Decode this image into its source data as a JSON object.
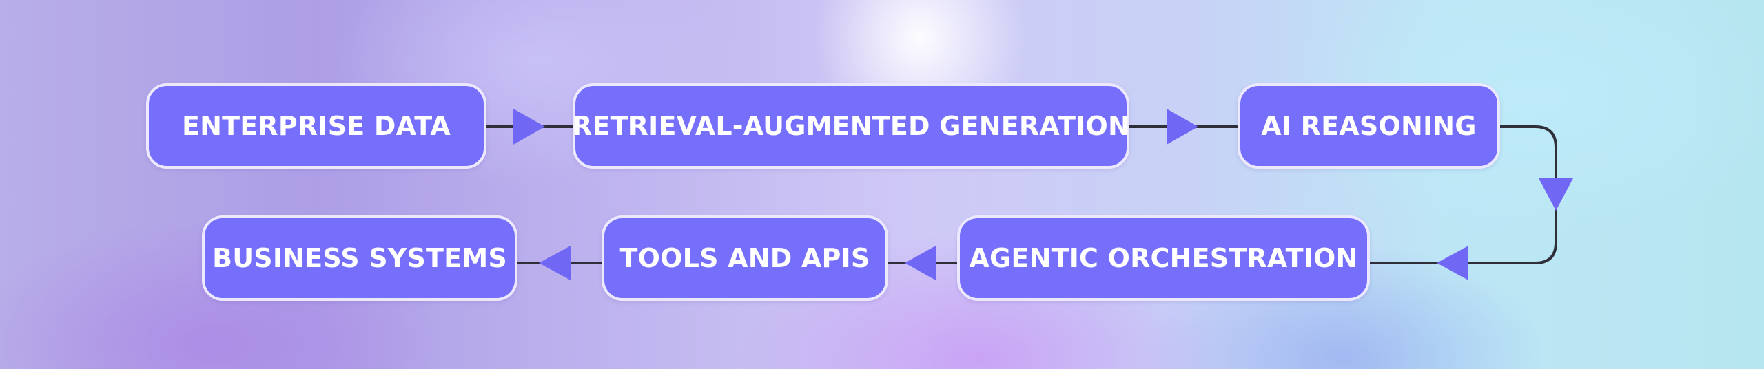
{
  "nodes": [
    {
      "id": "n1",
      "label": "ENTERPRISE DATA"
    },
    {
      "id": "n2",
      "label": "RETRIEVAL-AUGMENTED GENERATION"
    },
    {
      "id": "n3",
      "label": "AI REASONING"
    },
    {
      "id": "n4",
      "label": "AGENTIC ORCHESTRATION"
    },
    {
      "id": "n5",
      "label": "TOOLS AND APIS"
    },
    {
      "id": "n6",
      "label": "BUSINESS SYSTEMS"
    }
  ],
  "edges": [
    {
      "from": "ENTERPRISE DATA",
      "to": "RETRIEVAL-AUGMENTED GENERATION"
    },
    {
      "from": "RETRIEVAL-AUGMENTED GENERATION",
      "to": "AI REASONING"
    },
    {
      "from": "AI REASONING",
      "to": "AGENTIC ORCHESTRATION"
    },
    {
      "from": "AGENTIC ORCHESTRATION",
      "to": "TOOLS AND APIS"
    },
    {
      "from": "TOOLS AND APIS",
      "to": "BUSINESS SYSTEMS"
    }
  ],
  "colors": {
    "node_fill": "#756ffc",
    "node_border": "#ece9ff",
    "node_text": "#ffffff",
    "connector_line": "#2f2f3a",
    "arrowhead": "#7068f5"
  }
}
